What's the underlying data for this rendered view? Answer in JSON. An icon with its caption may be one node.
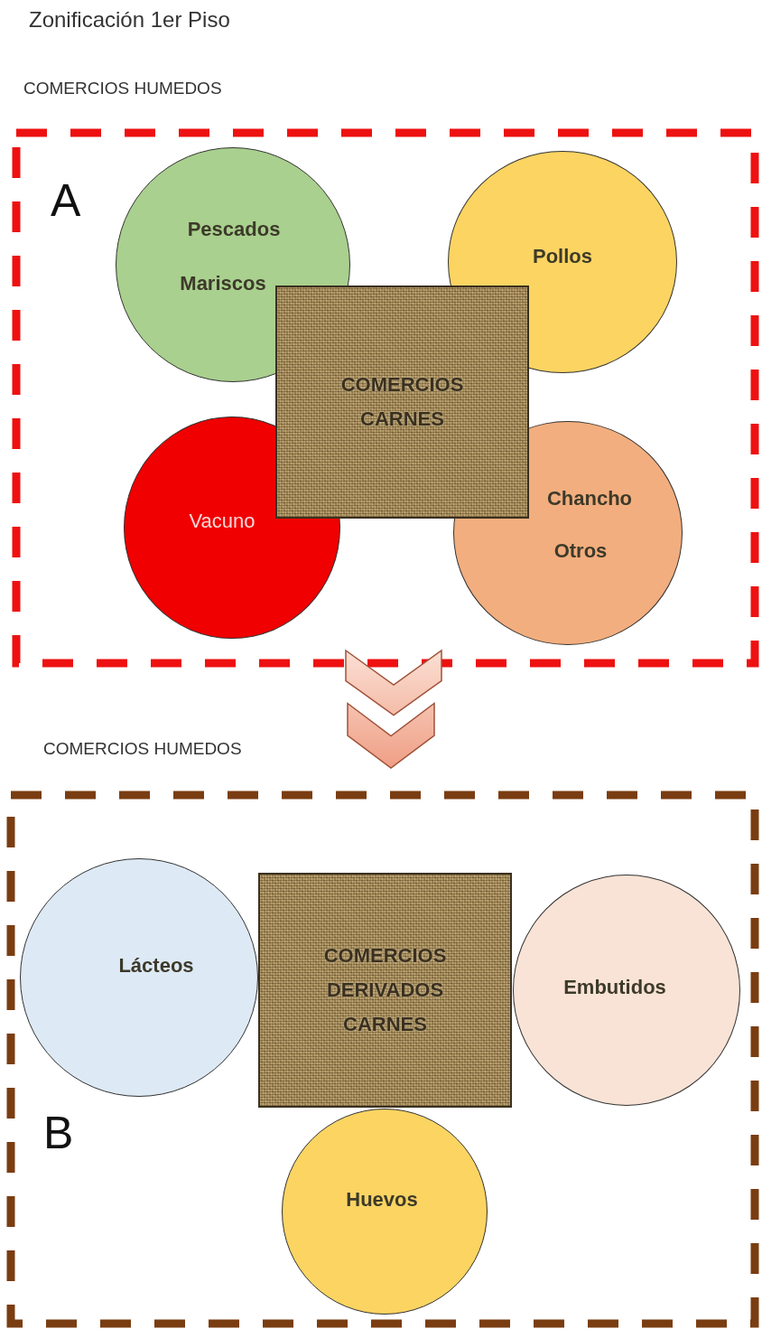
{
  "diagram": {
    "title": "Zonificación 1er Piso",
    "nodes": [
      {
        "text": [
          "COMERCIOS HUMEDOS",
          "A"
        ]
      },
      {
        "text": [
          "Pescados",
          "Mariscos"
        ],
        "in": 0
      },
      {
        "text": [
          "Pollos"
        ],
        "in": 0
      },
      {
        "text": [
          "COMERCIOS CARNES"
        ],
        "in": 0
      },
      {
        "text": [
          "Vacuno"
        ],
        "in": 0
      },
      {
        "text": [
          "Chancho",
          "Otros"
        ],
        "in": 0
      },
      {
        "text": [
          "COMERCIOS HUMEDOS",
          "B"
        ]
      },
      {
        "text": [
          "Lácteos"
        ],
        "in": 6
      },
      {
        "text": [
          "COMERCIOS DERIVADOS CARNES"
        ],
        "in": 6
      },
      {
        "text": [
          "Embutidos"
        ],
        "in": 6
      },
      {
        "text": [
          "Huevos"
        ],
        "in": 6
      }
    ],
    "edges": [
      {
        "from": 0,
        "to": 6,
        "arrow": "to"
      }
    ]
  }
}
